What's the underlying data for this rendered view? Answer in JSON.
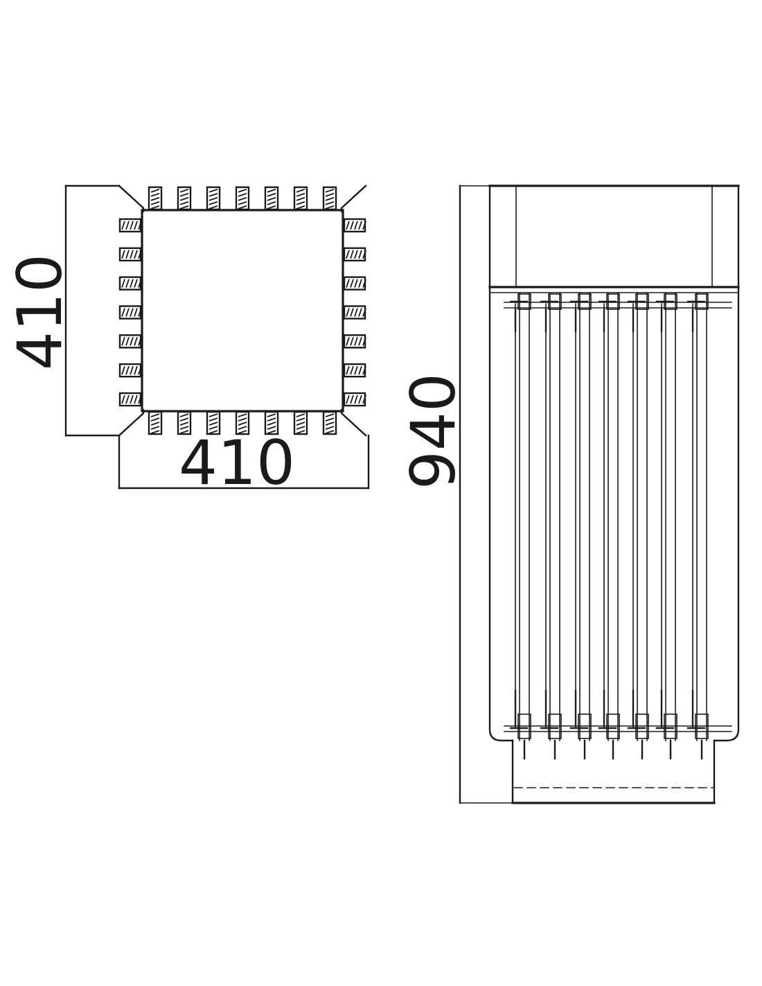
{
  "dimensions": {
    "plan_height": "410",
    "plan_width": "410",
    "elevation_height": "940"
  },
  "plan_view": {
    "slats_per_side": 7
  },
  "elevation_view": {
    "vertical_slats": 7
  }
}
